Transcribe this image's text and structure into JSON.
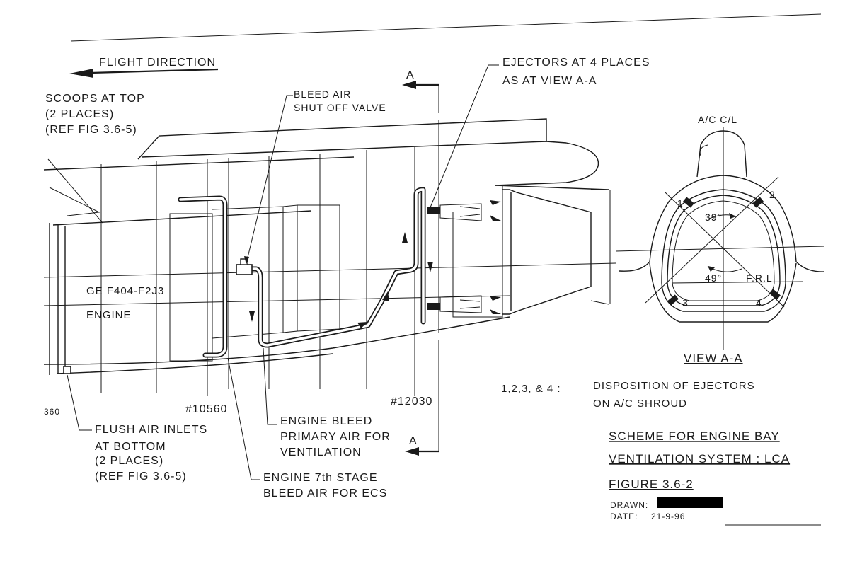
{
  "labels": {
    "flight_direction": "FLIGHT DIRECTION",
    "scoops": [
      "SCOOPS AT TOP",
      "(2 PLACES)",
      "(REF FIG 3.6-5)"
    ],
    "bleed_valve": [
      "BLEED AIR",
      "SHUT OFF VALVE"
    ],
    "ejectors": [
      "EJECTORS AT 4 PLACES",
      "AS AT VIEW A-A"
    ],
    "section_mark": "A",
    "engine": [
      "GE F404-F2J3",
      "ENGINE"
    ],
    "station_left": "360",
    "station_1": "#10560",
    "station_2": "#12030",
    "flush_inlets": [
      "FLUSH AIR INLETS",
      "AT BOTTOM",
      "(2 PLACES)",
      "(REF FIG 3.6-5)"
    ],
    "engine_bleed": [
      "ENGINE BLEED",
      "PRIMARY AIR FOR",
      "VENTILATION"
    ],
    "seventh_stage": [
      "ENGINE 7th STAGE",
      "BLEED AIR FOR ECS"
    ]
  },
  "view": {
    "centerline": "A/C C/L",
    "angle_upper": "39°",
    "angle_lower": "49°",
    "frl": "F.R.L",
    "ejector_numbers": [
      "1",
      "2",
      "3",
      "4"
    ],
    "caption": "VIEW A-A"
  },
  "disposition": {
    "numbers": "1,2,3, & 4 :",
    "text": [
      "DISPOSITION OF EJECTORS",
      "ON A/C SHROUD"
    ]
  },
  "title_block": {
    "lines": [
      "SCHEME FOR ENGINE BAY",
      "VENTILATION SYSTEM : LCA",
      "FIGURE 3.6-2"
    ],
    "drawn_label": "DRAWN:",
    "date_label": "DATE:",
    "date_value": "21-9-96"
  }
}
